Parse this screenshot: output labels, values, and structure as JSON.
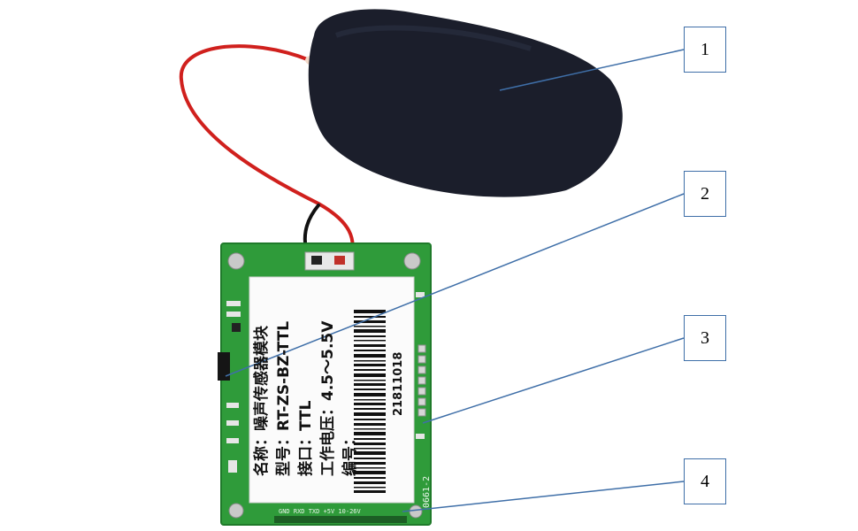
{
  "callouts": [
    {
      "number": "1"
    },
    {
      "number": "2"
    },
    {
      "number": "3"
    },
    {
      "number": "4"
    }
  ],
  "sticker": {
    "name_line": "名称：噪声传感器模块",
    "model_line": "型号：RT-ZS-BZ-TTL",
    "interface_line": "接口：TTL",
    "voltage_line": "工作电压：4.5～5.5V",
    "serial_label": "编号：",
    "serial_number": "21811018"
  },
  "pcb": {
    "board_code": "0661-2",
    "pin_labels": "GND RXD TXD +5V 10-26V"
  },
  "colors": {
    "pcb_green": "#2f9b3a",
    "foam_black": "#1b1e2b",
    "wire_red": "#d0201d",
    "callout_line": "#3f6fa8"
  }
}
